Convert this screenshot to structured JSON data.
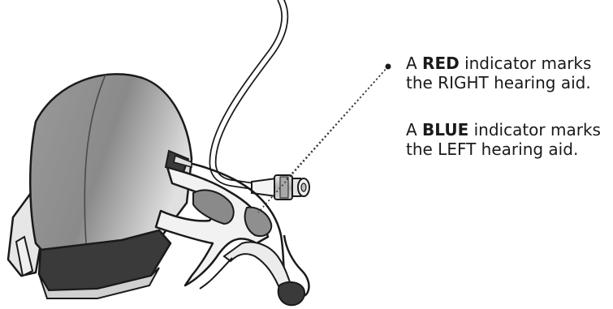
{
  "callouts": {
    "red": {
      "prefix": "A ",
      "emphasis": "RED",
      "suffix": " indicator marks",
      "line2": "the RIGHT hearing aid."
    },
    "blue": {
      "prefix": "A ",
      "emphasis": "BLUE",
      "suffix": " indicator marks",
      "line2": "the LEFT hearing aid."
    }
  },
  "colors": {
    "outline": "#1a1a1a",
    "shell_gray": "#8c8c8c",
    "shell_light": "#d9d9d9",
    "dark_band": "#3a3a3a",
    "indicator_gray": "#a8a8a8",
    "leader_line": "#333333"
  }
}
